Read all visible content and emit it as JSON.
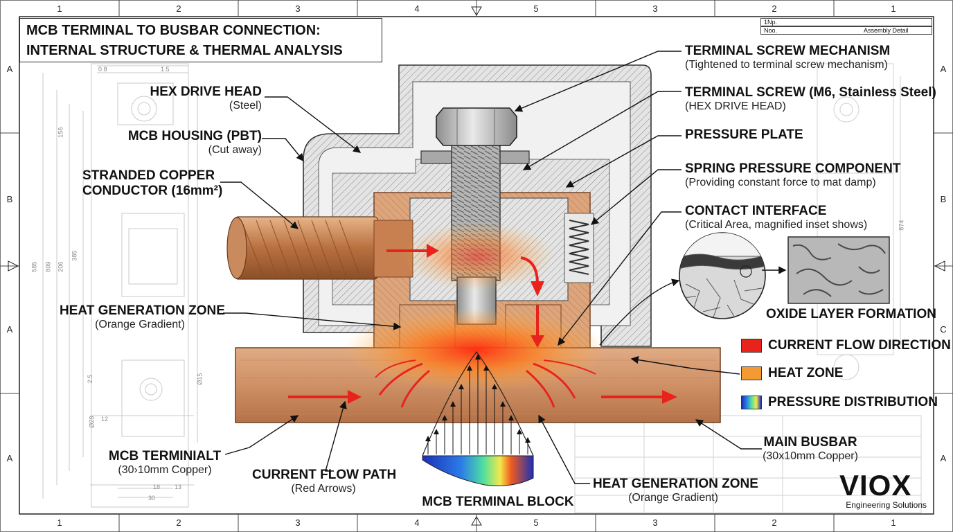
{
  "title": {
    "line1": "MCB TERMINAL TO BUSBAR CONNECTION:",
    "line2": "INTERNAL STRUCTURE & THERMAL ANALYSIS"
  },
  "title_block": {
    "row1_label": "1Np.",
    "row2_label": "Noo.",
    "row2_value": "Assembly Detail"
  },
  "grid": {
    "top": [
      "1",
      "2",
      "3",
      "4",
      "5",
      "3",
      "2",
      "1"
    ],
    "bottom": [
      "1",
      "2",
      "3",
      "4",
      "5",
      "3",
      "2",
      "1"
    ],
    "left": [
      "A",
      "B",
      "A",
      "A"
    ],
    "right": [
      "A",
      "B",
      "C",
      "A"
    ]
  },
  "dimensions": {
    "d1": "0.8",
    "d2": "1.5",
    "d3": "156",
    "d4": "585",
    "d5": "809",
    "d6": "206",
    "d7": "385",
    "d8": "2.5",
    "d9": "Ø15",
    "d10": "Ø28",
    "d11": "12",
    "d12": "18",
    "d13": "13",
    "d14": "30",
    "d15": "874"
  },
  "labels": {
    "hex_drive_head": {
      "title": "HEX DRIVE HEAD",
      "sub": "(Steel)"
    },
    "mcb_housing": {
      "title": "MCB HOUSING (PBT)",
      "sub": "(Cut away)"
    },
    "stranded_copper": {
      "title_line1": "STRANDED COPPER",
      "title_line2": "CONDUCTOR (16mm²)"
    },
    "heat_zone_left": {
      "title": "HEAT GENERATION ZONE",
      "sub": "(Orange Gradient)"
    },
    "mcb_terminal": {
      "title": "MCB TERMINIALT",
      "sub": "(30›10mm Copper)"
    },
    "current_flow_path": {
      "title": "CURRENT FLOW PATH",
      "sub": "(Red Arrows)"
    },
    "mcb_terminal_block": {
      "title": "MCB TERMINAL BLOCK"
    },
    "heat_zone_right": {
      "title": "HEAT GENERATION ZONE",
      "sub": "(Orange Gradient)"
    },
    "main_busbar": {
      "title": "MAIN BUSBAR",
      "sub": "(30x10mm Copper)"
    },
    "terminal_screw_mechanism": {
      "title": "TERMINAL SCREW MECHANISM",
      "sub": "(Tightened to terminal screw mechanism)"
    },
    "terminal_screw": {
      "title": "TERMINAL SCREW (M6, Stainless Steel)",
      "sub": "(HEX DRIVE HEAD)"
    },
    "pressure_plate": {
      "title": "PRESSURE PLATE"
    },
    "spring_pressure": {
      "title": "SPRING PRESSURE COMPONENT",
      "sub": "(Providing constant force to mat damp)"
    },
    "contact_interface": {
      "title": "CONTACT INTERFACE",
      "sub": "(Critical Area, magnified inset shows)"
    },
    "oxide_layer": {
      "title": "OXIDE LAYER FORMATION"
    }
  },
  "legend": [
    {
      "label": "CURRENT FLOW DIRECTION",
      "color": "#e8231c"
    },
    {
      "label": "HEAT ZONE",
      "color": "#f39a33"
    },
    {
      "label": "PRESSURE DISTRIBUTION",
      "color": "#1f4fd8"
    }
  ],
  "brand": {
    "name": "VIOX",
    "tagline": "Engineering Solutions"
  },
  "colors": {
    "copper": "#d69a70",
    "copper_dark": "#a8663f",
    "steel": "#bfbfbf",
    "housing": "#d9d9d9",
    "heat": "#ff6a1a",
    "current": "#e8231c"
  }
}
